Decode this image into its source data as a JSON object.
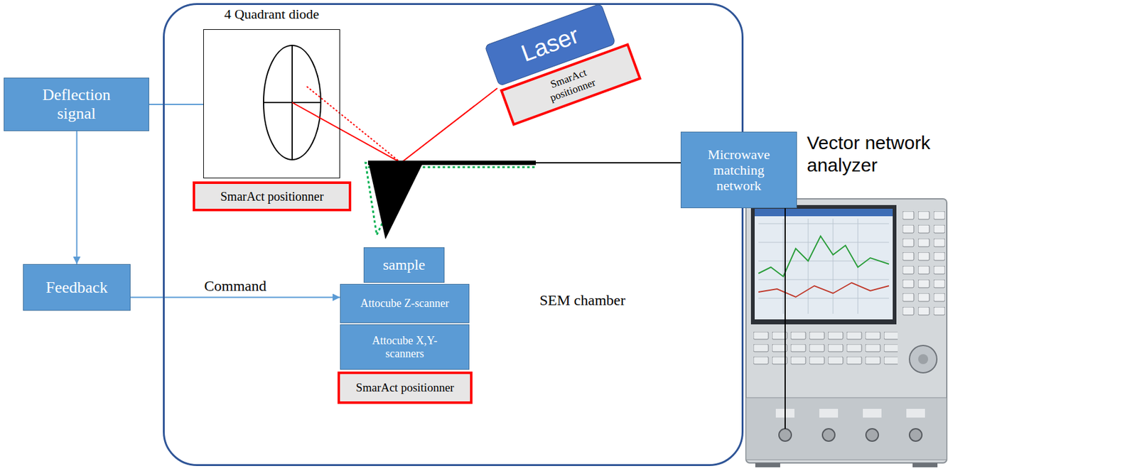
{
  "diagram": {
    "nodes": [
      {
        "text": [
          "SEM chamber"
        ]
      },
      {
        "text": [
          "4 Quadrant diode"
        ],
        "in": 0
      },
      {
        "text": [
          "SmarAct positionner"
        ],
        "in": 0
      },
      {
        "text": [
          "Laser"
        ],
        "in": 0
      },
      {
        "text": [
          "SmarAct positionner"
        ],
        "in": 0
      },
      {
        "text": [
          "sample"
        ],
        "in": 0
      },
      {
        "text": [
          "Attocube Z-scanner"
        ],
        "in": 0
      },
      {
        "text": [
          "Attocube X,Y- scanners"
        ],
        "in": 0
      },
      {
        "text": [
          "SmarAct positionner"
        ],
        "in": 0
      },
      {
        "text": [
          "Deflection signal"
        ]
      },
      {
        "text": [
          "Feedback"
        ]
      },
      {
        "text": [
          "Microwave matching network"
        ]
      }
    ],
    "edges": [
      {
        "from": 9,
        "to": 1,
        "arrow": "none"
      },
      {
        "from": 9,
        "to": 10,
        "arrow": "to"
      },
      {
        "from": 10,
        "to": 6,
        "arrow": "to",
        "label": "Command"
      }
    ],
    "labels": [
      "Vector network analyzer"
    ]
  }
}
